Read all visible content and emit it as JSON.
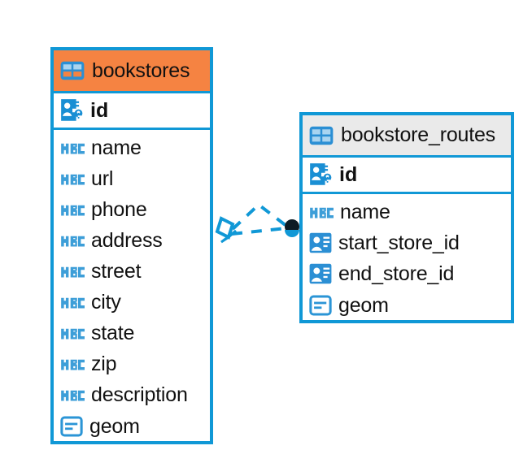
{
  "diagram": {
    "type": "entity-relationship-diagram",
    "colors": {
      "accent_blue": "#1098d6",
      "header_orange": "#f58342",
      "header_gray": "#eaeaea",
      "text": "#111111",
      "canvas": "#ffffff",
      "endpoint_dark": "#0d1b24"
    },
    "entities": [
      {
        "name": "bookstores",
        "header_style": "orange-selected",
        "table_icon": "table-grid-icon",
        "primary_key": {
          "label": "id",
          "icon": "primary-key-icon"
        },
        "fields": [
          {
            "label": "name",
            "icon": "abc-text-icon"
          },
          {
            "label": "url",
            "icon": "abc-text-icon"
          },
          {
            "label": "phone",
            "icon": "abc-text-icon"
          },
          {
            "label": "address",
            "icon": "abc-text-icon"
          },
          {
            "label": "street",
            "icon": "abc-text-icon"
          },
          {
            "label": "city",
            "icon": "abc-text-icon"
          },
          {
            "label": "state",
            "icon": "abc-text-icon"
          },
          {
            "label": "zip",
            "icon": "abc-text-icon"
          },
          {
            "label": "description",
            "icon": "abc-text-icon"
          },
          {
            "label": "geom",
            "icon": "geometry-icon"
          }
        ]
      },
      {
        "name": "bookstore_routes",
        "header_style": "gray",
        "table_icon": "table-grid-icon",
        "primary_key": {
          "label": "id",
          "icon": "primary-key-icon"
        },
        "fields": [
          {
            "label": "name",
            "icon": "abc-text-icon"
          },
          {
            "label": "start_store_id",
            "icon": "foreign-key-icon"
          },
          {
            "label": "end_store_id",
            "icon": "foreign-key-icon"
          },
          {
            "label": "geom",
            "icon": "geometry-icon"
          }
        ]
      }
    ],
    "relationship": {
      "style": "dashed",
      "source_entity": "bookstores",
      "target_entity": "bookstore_routes",
      "source_marker": "crows-foot-marker",
      "target_marker": "filled-circle-marker",
      "branch_count": 2
    }
  }
}
